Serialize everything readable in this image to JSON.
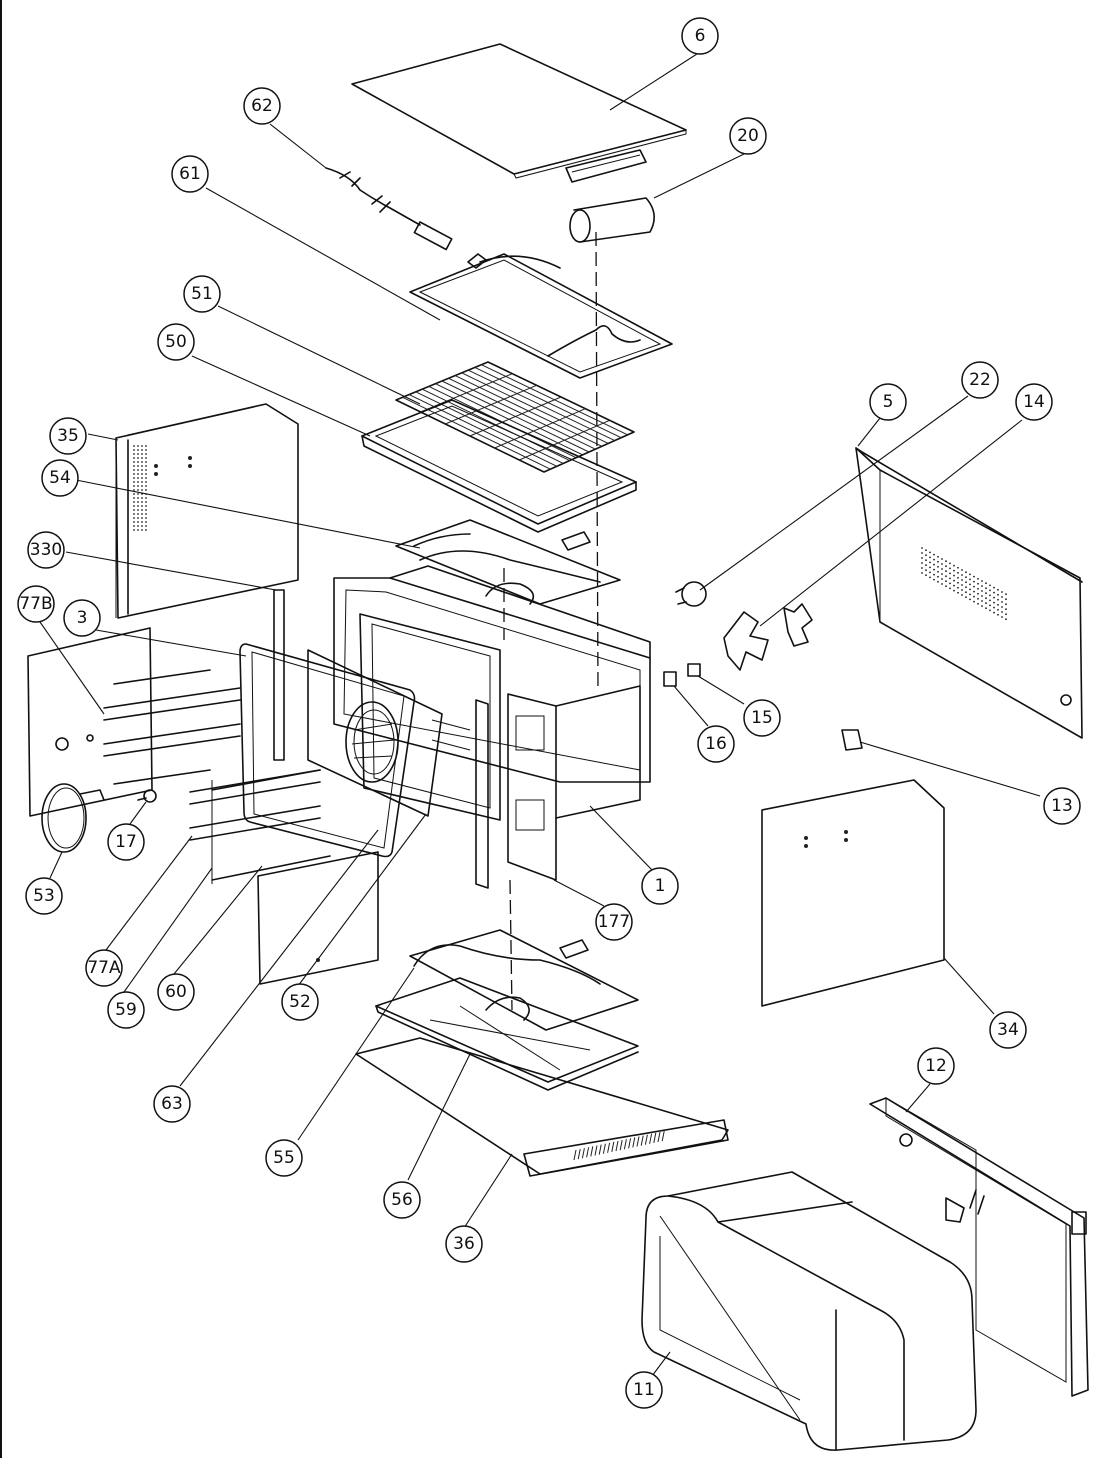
{
  "diagram": {
    "callouts": [
      {
        "id": "c6",
        "label": "6"
      },
      {
        "id": "c62",
        "label": "62"
      },
      {
        "id": "c20",
        "label": "20"
      },
      {
        "id": "c61",
        "label": "61"
      },
      {
        "id": "c51",
        "label": "51"
      },
      {
        "id": "c50",
        "label": "50"
      },
      {
        "id": "c35",
        "label": "35"
      },
      {
        "id": "c54",
        "label": "54"
      },
      {
        "id": "c330",
        "label": "330"
      },
      {
        "id": "c77B",
        "label": "77B"
      },
      {
        "id": "c3",
        "label": "3"
      },
      {
        "id": "c5",
        "label": "5"
      },
      {
        "id": "c22",
        "label": "22"
      },
      {
        "id": "c14",
        "label": "14"
      },
      {
        "id": "c16",
        "label": "16"
      },
      {
        "id": "c15",
        "label": "15"
      },
      {
        "id": "c13",
        "label": "13"
      },
      {
        "id": "c17",
        "label": "17"
      },
      {
        "id": "c53",
        "label": "53"
      },
      {
        "id": "c1",
        "label": "1"
      },
      {
        "id": "c177",
        "label": "177"
      },
      {
        "id": "c77A",
        "label": "77A"
      },
      {
        "id": "c59",
        "label": "59"
      },
      {
        "id": "c60",
        "label": "60"
      },
      {
        "id": "c52",
        "label": "52"
      },
      {
        "id": "c34",
        "label": "34"
      },
      {
        "id": "c63",
        "label": "63"
      },
      {
        "id": "c55",
        "label": "55"
      },
      {
        "id": "c12",
        "label": "12"
      },
      {
        "id": "c56",
        "label": "56"
      },
      {
        "id": "c36",
        "label": "36"
      },
      {
        "id": "c11",
        "label": "11"
      }
    ]
  }
}
